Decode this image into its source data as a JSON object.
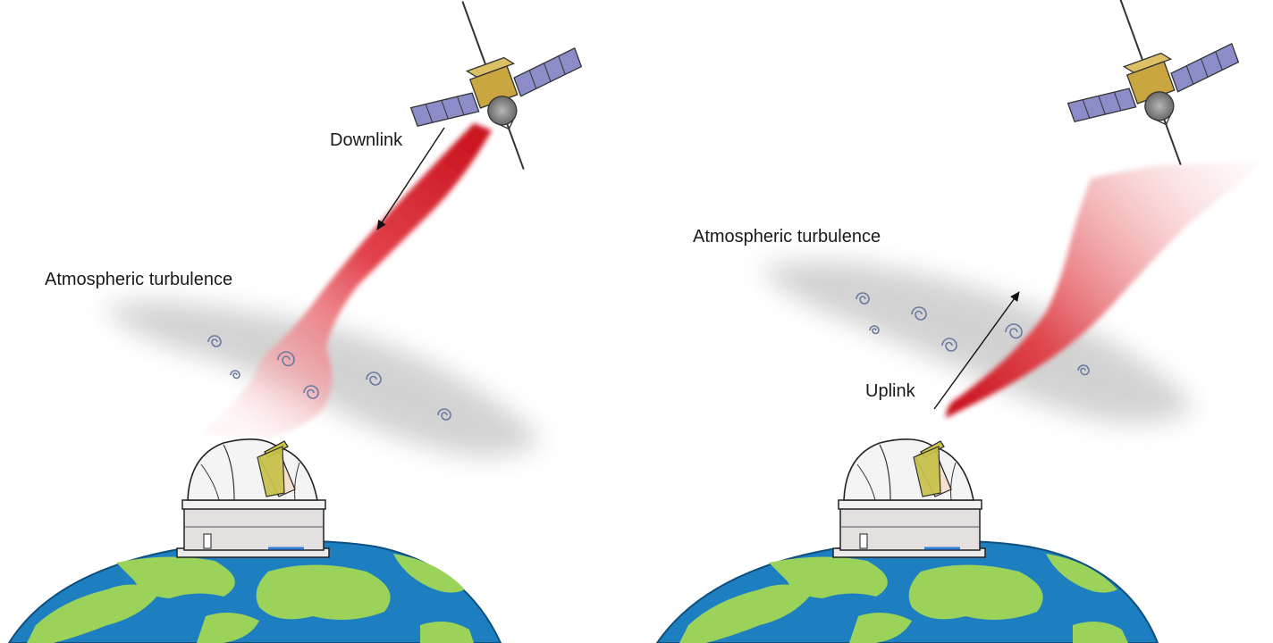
{
  "panels": {
    "left": {
      "link_label": "Downlink",
      "turbulence_label": "Atmospheric turbulence"
    },
    "right": {
      "link_label": "Uplink",
      "turbulence_label": "Atmospheric turbulence"
    }
  },
  "colors": {
    "beam": "#d11f2a",
    "ocean": "#1e7fc0",
    "land": "#9bd35a",
    "solar_panel": "#8c8cc8",
    "satellite_body": "#c9a640",
    "cloud": "#bfbfbf",
    "dome": "#f4f4f4",
    "telescope": "#c8c24a"
  },
  "icons": [
    "satellite-icon",
    "telescope-dome-icon",
    "earth-icon",
    "turbulence-swirl-icon",
    "arrow-icon"
  ]
}
